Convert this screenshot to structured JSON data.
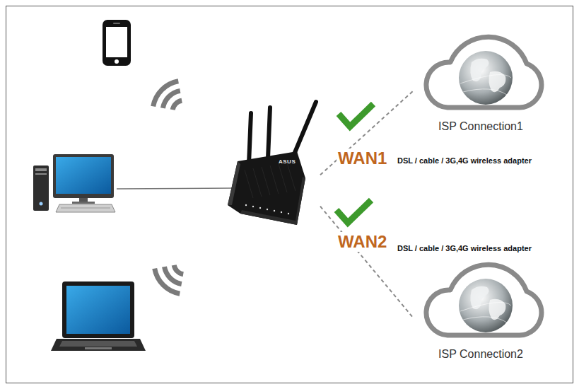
{
  "diagram": {
    "nodes": [
      {
        "text": [
          "ASUS"
        ]
      },
      {
        "text": [
          "ISP Connection1"
        ]
      },
      {
        "text": [
          "ISP Connection2"
        ]
      }
    ],
    "edges": [
      {
        "from": 0,
        "to": 1,
        "arrow": "none"
      },
      {
        "from": 0,
        "to": 2,
        "arrow": "none"
      }
    ],
    "labels": [
      "WAN1",
      "DSL / cable / 3G,4G wireless adapter",
      "WAN2",
      "DSL / cable / 3G,4G wireless adapter"
    ]
  }
}
